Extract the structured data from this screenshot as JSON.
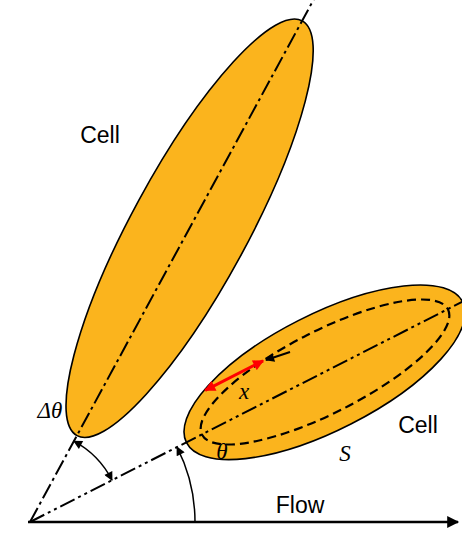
{
  "diagram": {
    "nodes": [
      {
        "text": [
          "Cell"
        ]
      },
      {
        "text": [
          "Cell"
        ]
      }
    ],
    "labels": [
      "S",
      "x",
      "Δθ",
      "θ",
      "Flow"
    ]
  }
}
